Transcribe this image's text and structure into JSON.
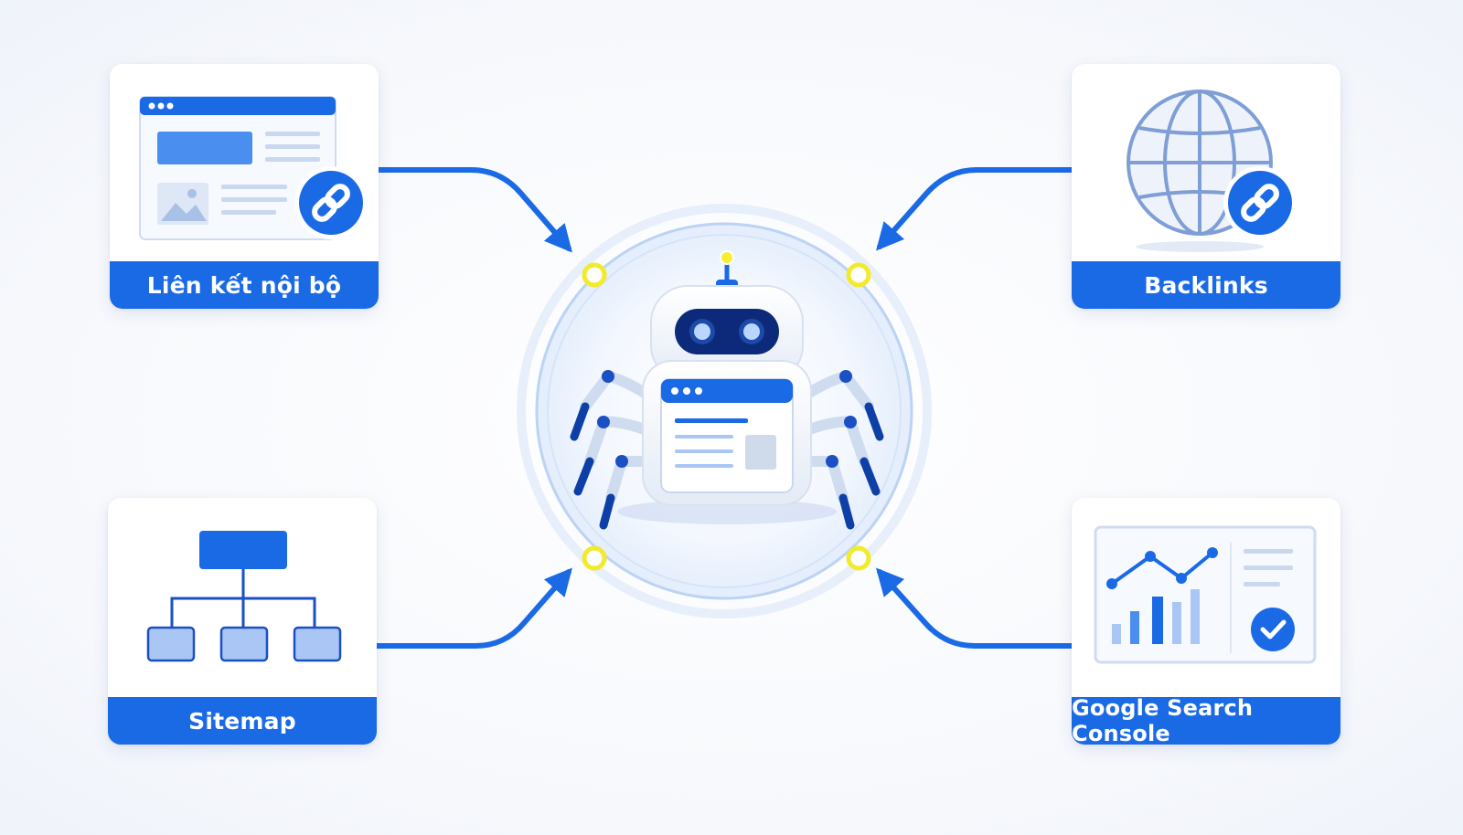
{
  "nodes": {
    "internal_links": {
      "label": "Liên kết nội bộ",
      "icon": "webpage-link-icon"
    },
    "backlinks": {
      "label": "Backlinks",
      "icon": "globe-link-icon"
    },
    "sitemap": {
      "label": "Sitemap",
      "icon": "sitemap-tree-icon"
    },
    "search_console": {
      "label": "Google Search Console",
      "icon": "analytics-check-icon"
    }
  },
  "center": {
    "icon": "crawler-robot-icon"
  },
  "edges": [
    {
      "from": "internal_links",
      "to": "center"
    },
    {
      "from": "backlinks",
      "to": "center"
    },
    {
      "from": "sitemap",
      "to": "center"
    },
    {
      "from": "search_console",
      "to": "center"
    }
  ],
  "colors": {
    "primary": "#1a6ae6",
    "light_blue": "#a9c6f5",
    "accent_yellow": "#f2ea2a",
    "robot_dark": "#0d2a7a",
    "background": "#f7f9fd"
  }
}
